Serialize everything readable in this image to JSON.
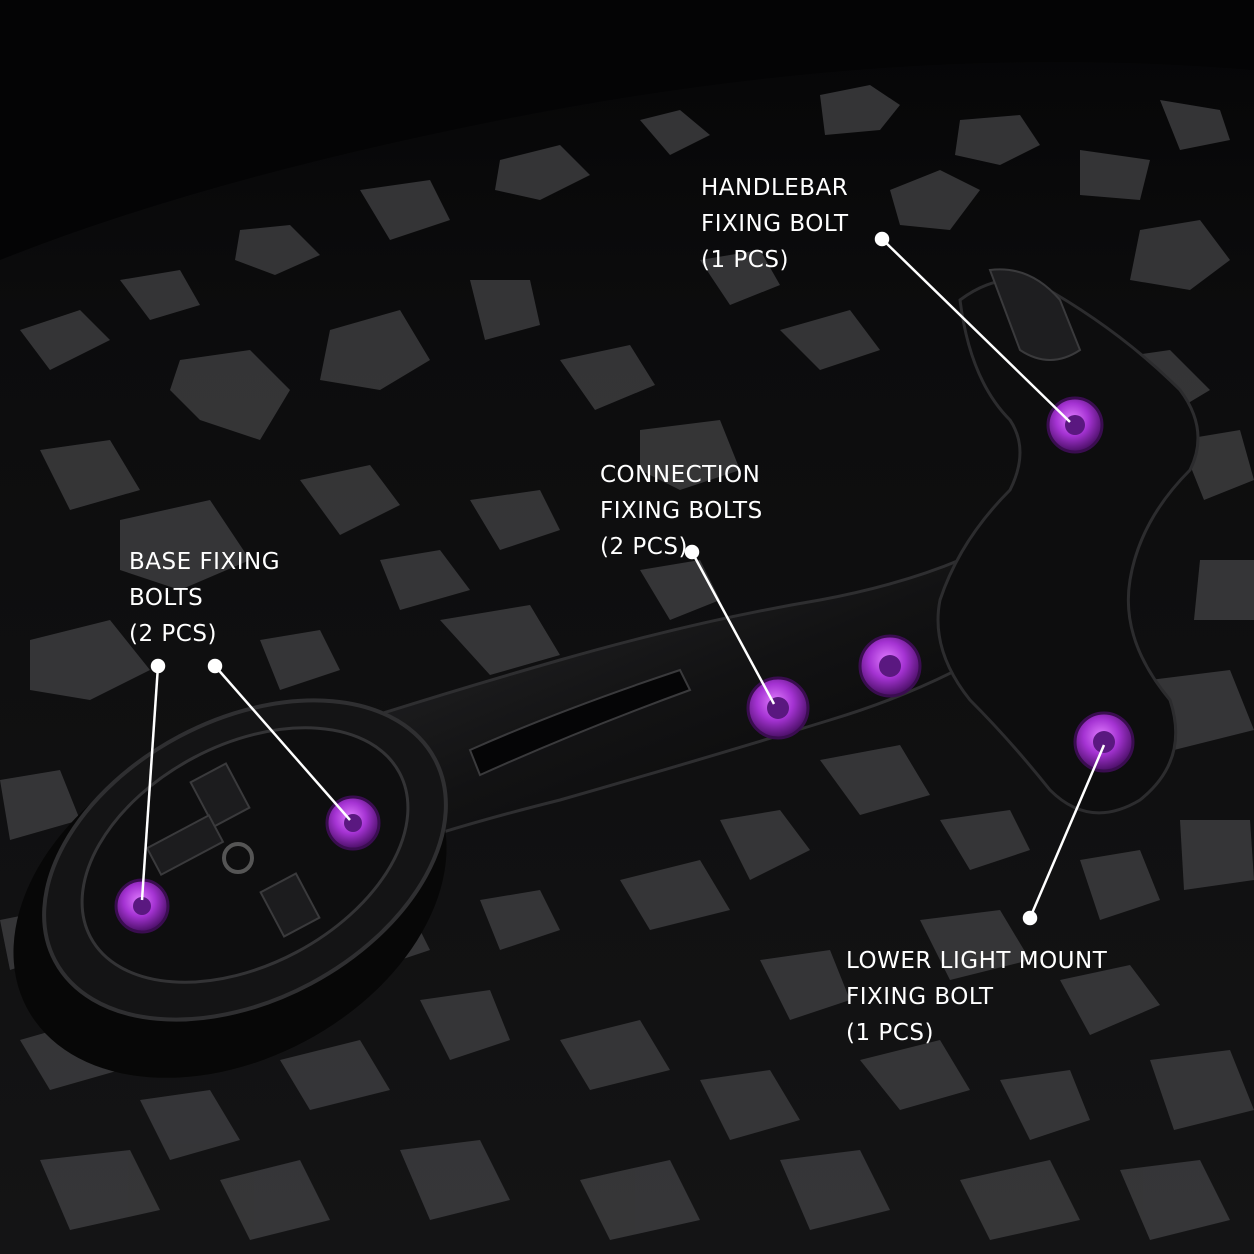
{
  "callouts": {
    "handlebar": {
      "lines": [
        "HANDLEBAR",
        "FIXING BOLT",
        "(1 PCS)"
      ]
    },
    "connection": {
      "lines": [
        "CONNECTION",
        "FIXING BOLTS",
        "(2 PCS)"
      ]
    },
    "base": {
      "lines": [
        "BASE FIXING",
        "BOLTS",
        "(2 PCS)"
      ]
    },
    "lower_light": {
      "lines": [
        "LOWER LIGHT MOUNT",
        "FIXING BOLT",
        "(1 PCS)"
      ]
    }
  },
  "colors": {
    "background": "#0b0b0c",
    "carbon_flake": "#3a3a3c",
    "mount_body": "#111112",
    "bolt_accent": "#9b2fc4",
    "label_text": "#ffffff",
    "leader_line": "#ffffff"
  }
}
